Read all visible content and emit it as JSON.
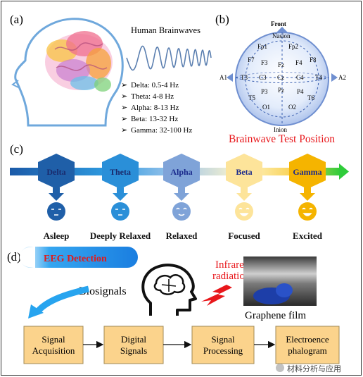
{
  "panel_a": {
    "label": "(a)",
    "title": "Human Brainwaves",
    "bands": [
      {
        "text": "Delta: 0.5-4 Hz"
      },
      {
        "text": "Theta: 4-8 Hz"
      },
      {
        "text": "Alpha: 8-13 Hz"
      },
      {
        "text": "Beta: 13-32 Hz"
      },
      {
        "text": "Gamma: 32-100 Hz"
      }
    ]
  },
  "panel_b": {
    "label": "(b)",
    "top_label": "Front",
    "nasion": "Nasion",
    "inion": "Inion",
    "left_ear": "A1",
    "right_ear": "A2",
    "electrodes": {
      "fp1": "Fp1",
      "fp2": "Fp2",
      "f7": "F7",
      "f3": "F3",
      "fz": "Fz",
      "f4": "F4",
      "f8": "F8",
      "t3": "T3",
      "c3": "C3",
      "cz": "Cz",
      "c4": "C4",
      "t4": "T4",
      "p3": "P3",
      "pz": "Pz",
      "p4": "P4",
      "t5": "T5",
      "t6": "T6",
      "o1": "O1",
      "o2": "O2"
    },
    "caption": "Brainwave Test Position",
    "caption_color": "#e8171b"
  },
  "panel_c": {
    "label": "(c)",
    "states": [
      {
        "wave": "Delta",
        "state": "Asleep",
        "color": "#1f5fa8"
      },
      {
        "wave": "Theta",
        "state": "Deeply Relaxed",
        "color": "#2a8fd8"
      },
      {
        "wave": "Alpha",
        "state": "Relaxed",
        "color": "#7fa3d8"
      },
      {
        "wave": "Beta",
        "state": "Focused",
        "color": "#fde49a"
      },
      {
        "wave": "Gamma",
        "state": "Excited",
        "color": "#f5b400"
      }
    ]
  },
  "panel_d": {
    "label": "(d)",
    "badge": "EEG Detection",
    "biosignals": "Biosignals",
    "infrared_line1": "Infrared",
    "infrared_line2": "radiation",
    "film_label": "Graphene film",
    "flow": [
      {
        "line1": "Signal",
        "line2": "Acquisition"
      },
      {
        "line1": "Digital",
        "line2": "Signals"
      },
      {
        "line1": "Signal",
        "line2": "Processing"
      },
      {
        "line1": "Electroence",
        "line2": "phalogram"
      }
    ],
    "watermark": "材料分析与应用"
  }
}
